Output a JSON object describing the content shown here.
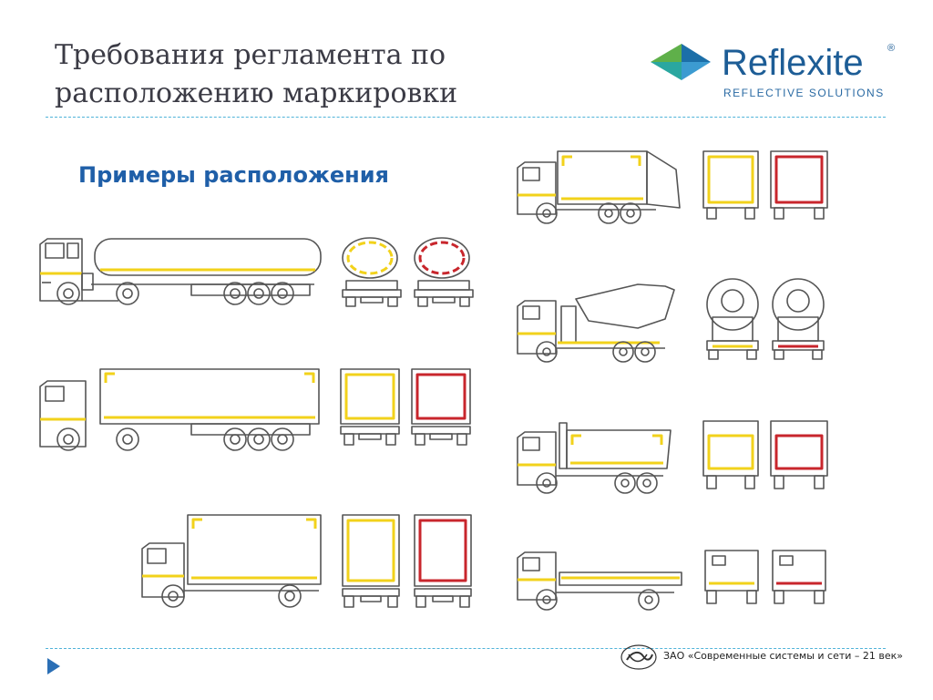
{
  "header": {
    "title_line1": "Требования регламента по",
    "title_line2": "расположению маркировки"
  },
  "logo": {
    "brand": "Reflexite",
    "registered": "®",
    "tagline": "REFLECTIVE SOLUTIONS",
    "colors": {
      "diamond_green": "#5fb04a",
      "diamond_blue": "#1c6fa8",
      "diamond_teal": "#2aa7a0",
      "text": "#1d5d96",
      "tagline": "#2a6aa3"
    }
  },
  "subtitle": "Примеры расположения",
  "colors": {
    "outline": "#555555",
    "yellow_marking": "#f2d21b",
    "red_marking": "#c8262c",
    "separator": "#4fb3d9"
  },
  "footer": {
    "company": "ЗАО «Современные системы и сети – 21 век»",
    "arrow_color": "#2b6fb5"
  }
}
